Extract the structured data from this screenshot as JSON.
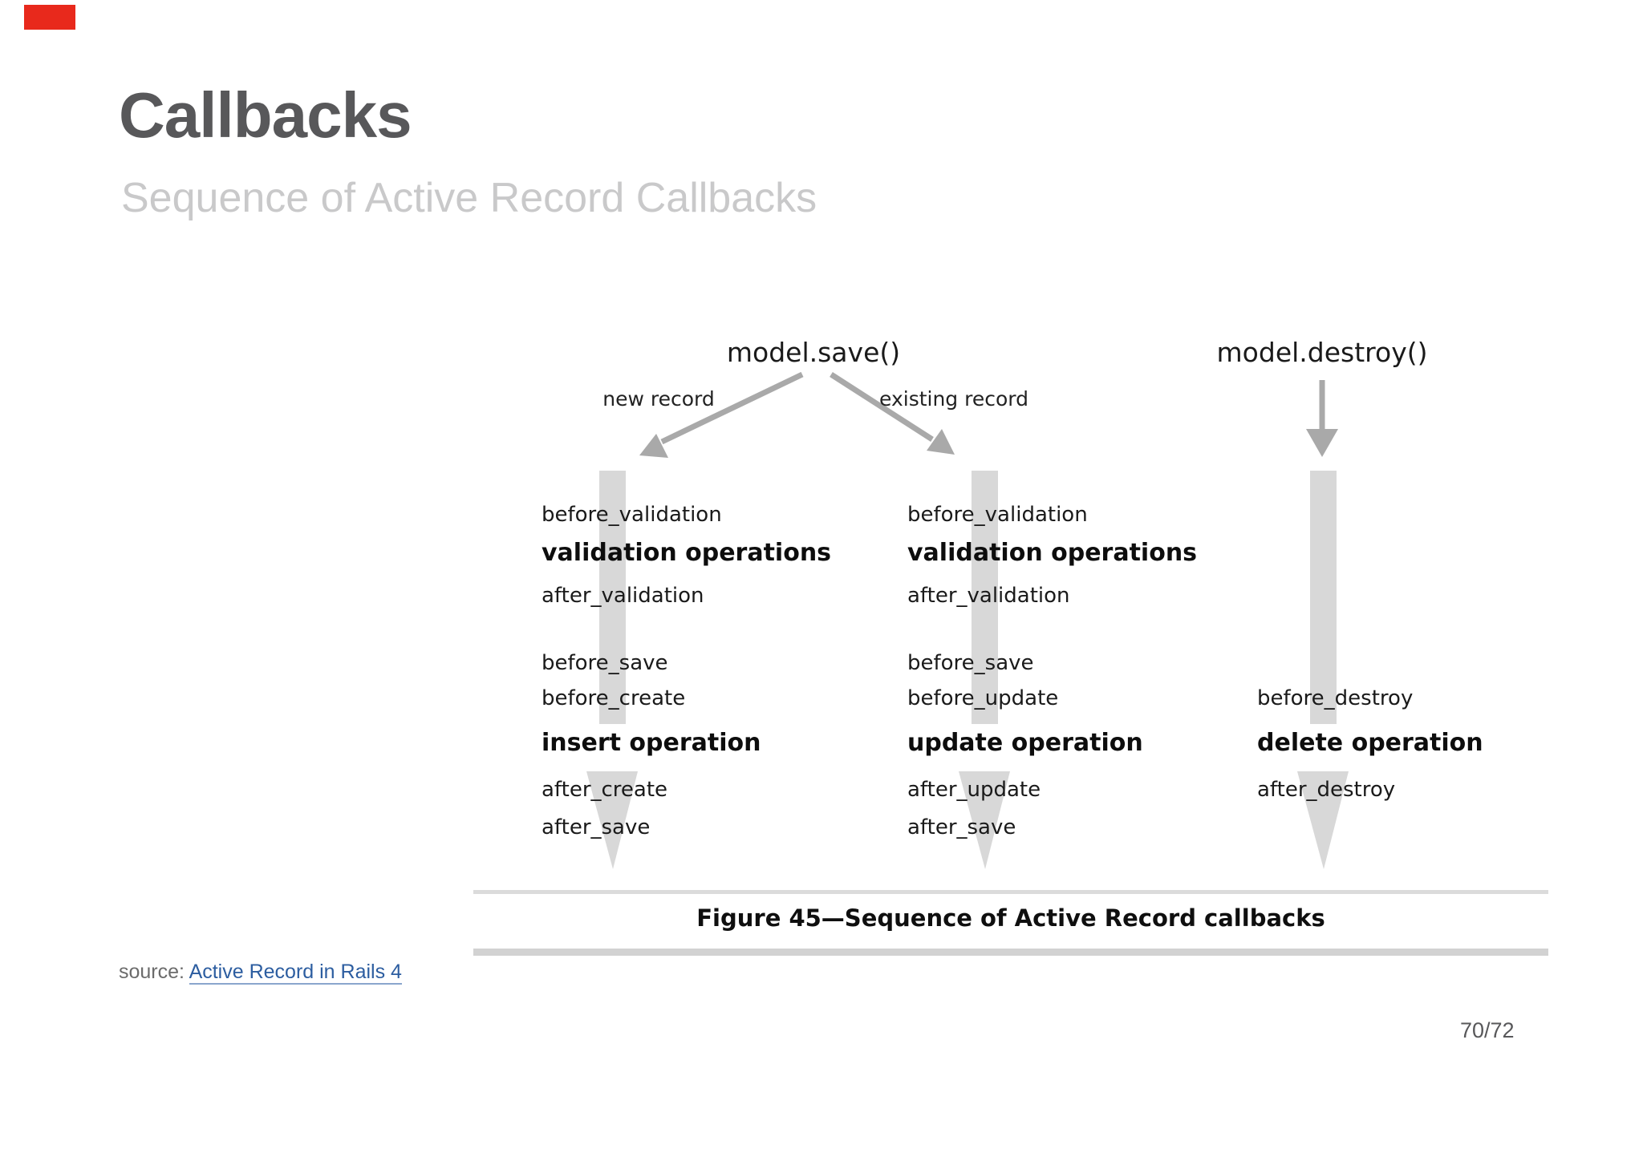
{
  "slide": {
    "title": "Callbacks",
    "subtitle": "Sequence of Active Record Callbacks"
  },
  "diagram": {
    "roots": {
      "save": "model.save()",
      "destroy": "model.destroy()"
    },
    "branches": {
      "new": "new record",
      "existing": "existing record"
    },
    "columns": [
      {
        "name": "insert",
        "rows": [
          "before_validation",
          "validation operations",
          "after_validation",
          "before_save",
          "before_create",
          "insert operation",
          "after_create",
          "after_save"
        ]
      },
      {
        "name": "update",
        "rows": [
          "before_validation",
          "validation operations",
          "after_validation",
          "before_save",
          "before_update",
          "update operation",
          "after_update",
          "after_save"
        ]
      },
      {
        "name": "delete",
        "rows": [
          "before_destroy",
          "delete operation",
          "after_destroy"
        ]
      }
    ],
    "caption": "Figure 45—Sequence of Active Record callbacks"
  },
  "footer": {
    "source_label": "source:",
    "source_link_text": "Active Record in Rails 4",
    "page_indicator": "70/72"
  },
  "colors": {
    "bar_gray": "#d8d8d8",
    "arrow_gray": "#a9a9a9",
    "link_blue": "#2c5da0",
    "marker_red": "#e8291c"
  }
}
